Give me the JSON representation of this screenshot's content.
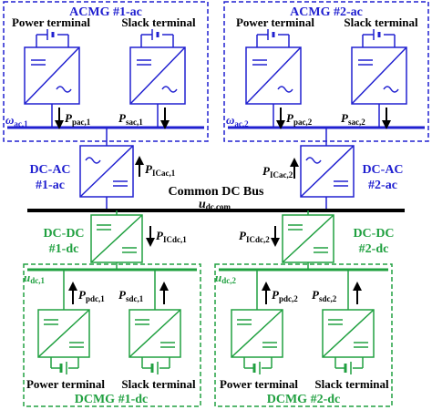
{
  "colors": {
    "ac": "#2020d0",
    "dc": "#20a040",
    "bus": "#000000",
    "arrow": "#000000"
  },
  "acmg1": {
    "title": "ACMG #1-ac",
    "power_terminal": "Power terminal",
    "slack_terminal": "Slack terminal",
    "omega_sym": "ω",
    "omega_sub": "ac,1",
    "p_pac_sym": "P",
    "p_pac_sub": "pac,1",
    "p_sac_sym": "P",
    "p_sac_sub": "sac,1"
  },
  "acmg2": {
    "title": "ACMG #2-ac",
    "power_terminal": "Power terminal",
    "slack_terminal": "Slack terminal",
    "omega_sym": "ω",
    "omega_sub": "ac,2",
    "p_pac_sym": "P",
    "p_pac_sub": "pac,2",
    "p_sac_sym": "P",
    "p_sac_sub": "sac,2"
  },
  "dcac1": {
    "label_line1": "DC-AC",
    "label_line2": "#1-ac",
    "p_sym": "P",
    "p_sub": "ICac,1"
  },
  "dcac2": {
    "label_line1": "DC-AC",
    "label_line2": "#2-ac",
    "p_sym": "P",
    "p_sub": "ICac,2"
  },
  "bus": {
    "label": "Common DC Bus",
    "u_sym": "u",
    "u_sub": "dc,com"
  },
  "dcdc1": {
    "label_line1": "DC-DC",
    "label_line2": "#1-dc",
    "p_sym": "P",
    "p_sub": "ICdc,1"
  },
  "dcdc2": {
    "label_line1": "DC-DC",
    "label_line2": "#2-dc",
    "p_sym": "P",
    "p_sub": "ICdc,2"
  },
  "dcmg1": {
    "title": "DCMG #1-dc",
    "power_terminal": "Power terminal",
    "slack_terminal": "Slack terminal",
    "u_sym": "u",
    "u_sub": "dc,1",
    "p_pdc_sym": "P",
    "p_pdc_sub": "pdc,1",
    "p_sdc_sym": "P",
    "p_sdc_sub": "sdc,1"
  },
  "dcmg2": {
    "title": "DCMG #2-dc",
    "power_terminal": "Power terminal",
    "slack_terminal": "Slack terminal",
    "u_sym": "u",
    "u_sub": "dc,2",
    "p_pdc_sym": "P",
    "p_pdc_sub": "pdc,2",
    "p_sdc_sym": "P",
    "p_sdc_sub": "sdc,2"
  }
}
